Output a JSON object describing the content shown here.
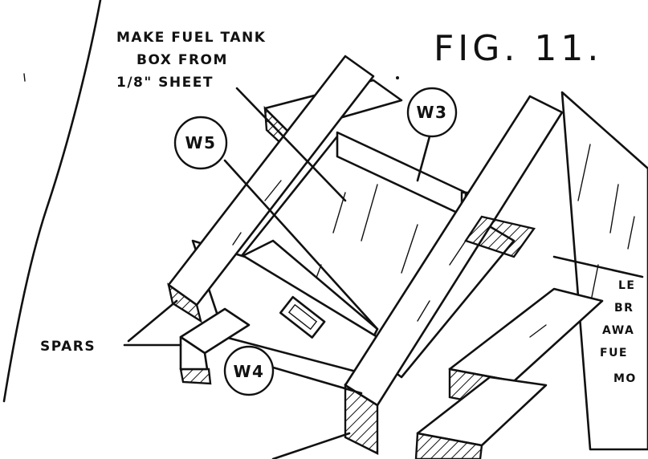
{
  "figure_title": "FIG. 11.",
  "note_fuel_tank": [
    "MAKE  FUEL  TANK",
    "BOX  FROM",
    "1/8\" SHEET"
  ],
  "callouts": {
    "w5": "W5",
    "w3": "W3",
    "w4": "W4"
  },
  "spars_label": "SPARS",
  "right_note_fragments": [
    "LE",
    "BR",
    "AWA",
    "FUE",
    "MO"
  ],
  "colors": {
    "ink": "#111111",
    "paper": "#ffffff"
  }
}
